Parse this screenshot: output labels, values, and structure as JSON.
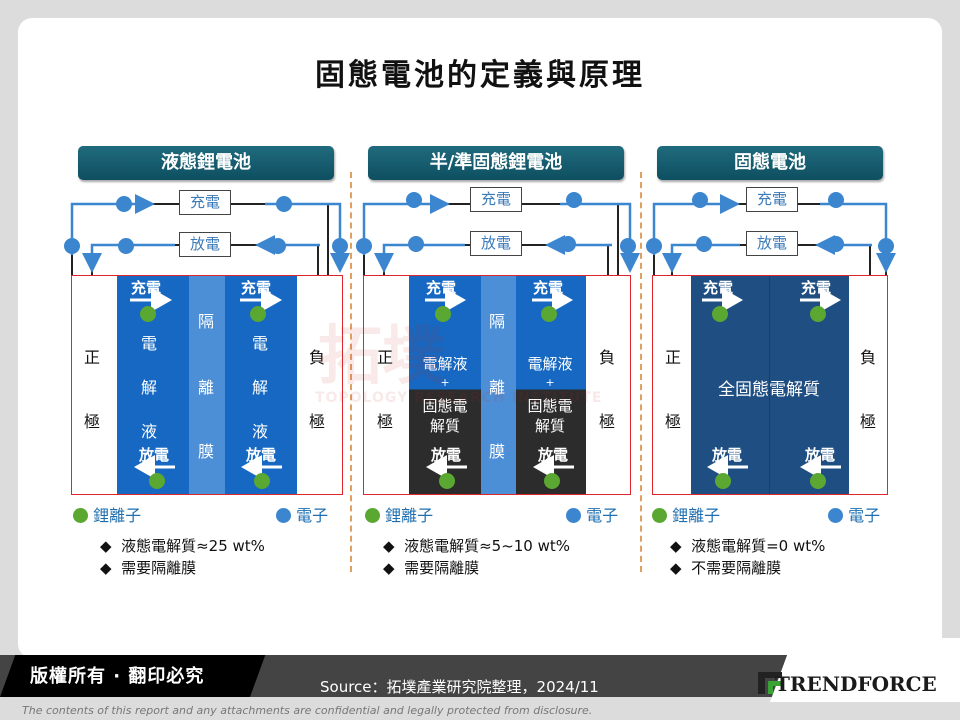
{
  "title": "固態電池的定義與原理",
  "labels": {
    "charge": "充電",
    "discharge": "放電"
  },
  "columns": [
    {
      "header": "液態鋰電池",
      "positive": [
        "正",
        "極"
      ],
      "negative": [
        "負",
        "極"
      ],
      "electrolyte": [
        "電",
        "解",
        "液"
      ],
      "separator": [
        "隔",
        "離",
        "膜"
      ],
      "bullets": [
        "液態電解質≈25 wt%",
        "需要隔離膜"
      ]
    },
    {
      "header": "半/準固態鋰電池",
      "positive": [
        "正",
        "極"
      ],
      "negative": [
        "負",
        "極"
      ],
      "electrolyte_mix": [
        "電解液",
        "+",
        "固態電",
        "解質"
      ],
      "separator": [
        "隔",
        "離",
        "膜"
      ],
      "bullets": [
        "液態電解質≈5~10 wt%",
        "需要隔離膜"
      ]
    },
    {
      "header": "固態電池",
      "positive": [
        "正",
        "極"
      ],
      "negative": [
        "負",
        "極"
      ],
      "solid": "全固態電解質",
      "bullets": [
        "液態電解質=0 wt%",
        "不需要隔離膜"
      ]
    }
  ],
  "legend": {
    "ion": "鋰離子",
    "electron": "電子"
  },
  "colors": {
    "ion": "#5aa732",
    "electron": "#3b86cf",
    "electrolyte": "#1668c2",
    "separator": "#4d8fd6",
    "dark": "#2c2c2c",
    "solid": "#1f4f82",
    "header": "#17607a"
  },
  "watermark": {
    "main": "拓墣",
    "sub": "TOPOLOGY RESEARCH INSTITUTE"
  },
  "footer": {
    "copyright": "版權所有 · 翻印必究",
    "source": "Source：拓墣產業研究院整理，2024/11",
    "brand": "TRENDFORCE",
    "disclaimer": "The contents of this report and any attachments are confidential and legally protected from disclosure."
  }
}
